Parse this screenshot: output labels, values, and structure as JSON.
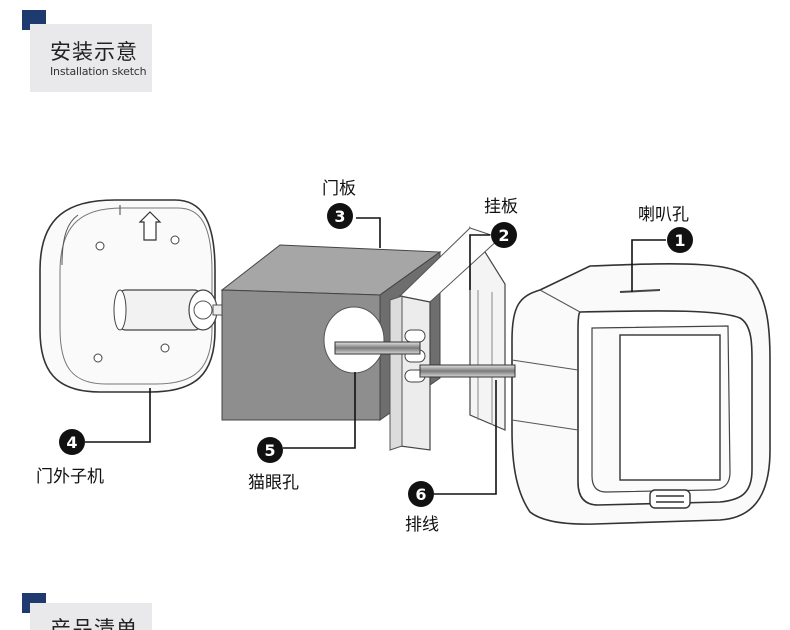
{
  "sections": [
    {
      "title": "安装示意",
      "subtitle": "Installation sketch"
    },
    {
      "title": "产品清单"
    }
  ],
  "callouts": [
    {
      "number": "1",
      "label": "喇叭孔"
    },
    {
      "number": "2",
      "label": "挂板"
    },
    {
      "number": "3",
      "label": "门板"
    },
    {
      "number": "4",
      "label": "门外子机"
    },
    {
      "number": "5",
      "label": "猫眼孔"
    },
    {
      "number": "6",
      "label": "排线"
    }
  ],
  "colors": {
    "accent": "#1f3a6e",
    "header_bg": "#e9e9eb",
    "door_panel": "#8e8e8e",
    "callout_badge": "#111111"
  }
}
